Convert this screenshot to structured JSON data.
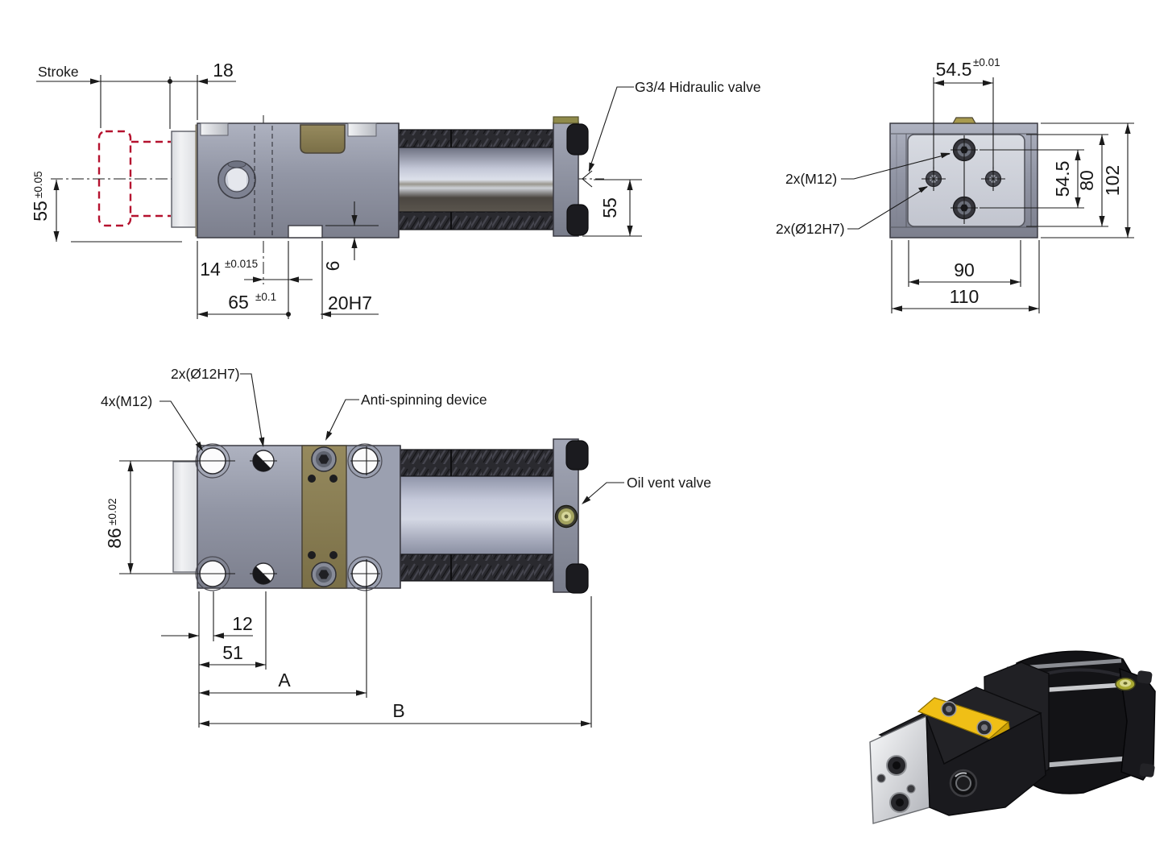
{
  "side_view": {
    "stroke_label": "Stroke",
    "dim_18": "18",
    "dim_55_left": {
      "value": "55",
      "tol": "±0.05"
    },
    "hydraulic_valve_label": "G3/4  Hidraulic valve",
    "dim_14": {
      "value": "14",
      "tol": "±0.015"
    },
    "dim_65": {
      "value": "65",
      "tol": "±0.1"
    },
    "dim_6": "6",
    "dim_20h7": "20H7",
    "dim_55_right": "55"
  },
  "end_view": {
    "dim_54_5_top": {
      "value": "54.5",
      "tol": "±0.01"
    },
    "label_m12": "2x(M12)",
    "label_dowel": "2x(Ø12H7)",
    "dim_54_5_right": "54.5",
    "dim_80": "80",
    "dim_102": "102",
    "dim_90": "90",
    "dim_110": "110"
  },
  "top_view": {
    "label_dowel": "2x(Ø12H7)",
    "label_m12": "4x(M12)",
    "label_anti_spin": "Anti-spinning device",
    "label_oil_vent": "Oil vent valve",
    "dim_86": {
      "value": "86",
      "tol": "±0.02"
    },
    "dim_12": "12",
    "dim_51": "51",
    "dim_a": "A",
    "dim_b": "B"
  },
  "colors": {
    "line": "#1a1a1a",
    "red_phantom": "#b5122f",
    "body_gray": "#9397a5",
    "brass": "#877a52",
    "render_yellow": "#f0bf16",
    "render_black": "#141417",
    "valve_olive": "#a8a832"
  }
}
